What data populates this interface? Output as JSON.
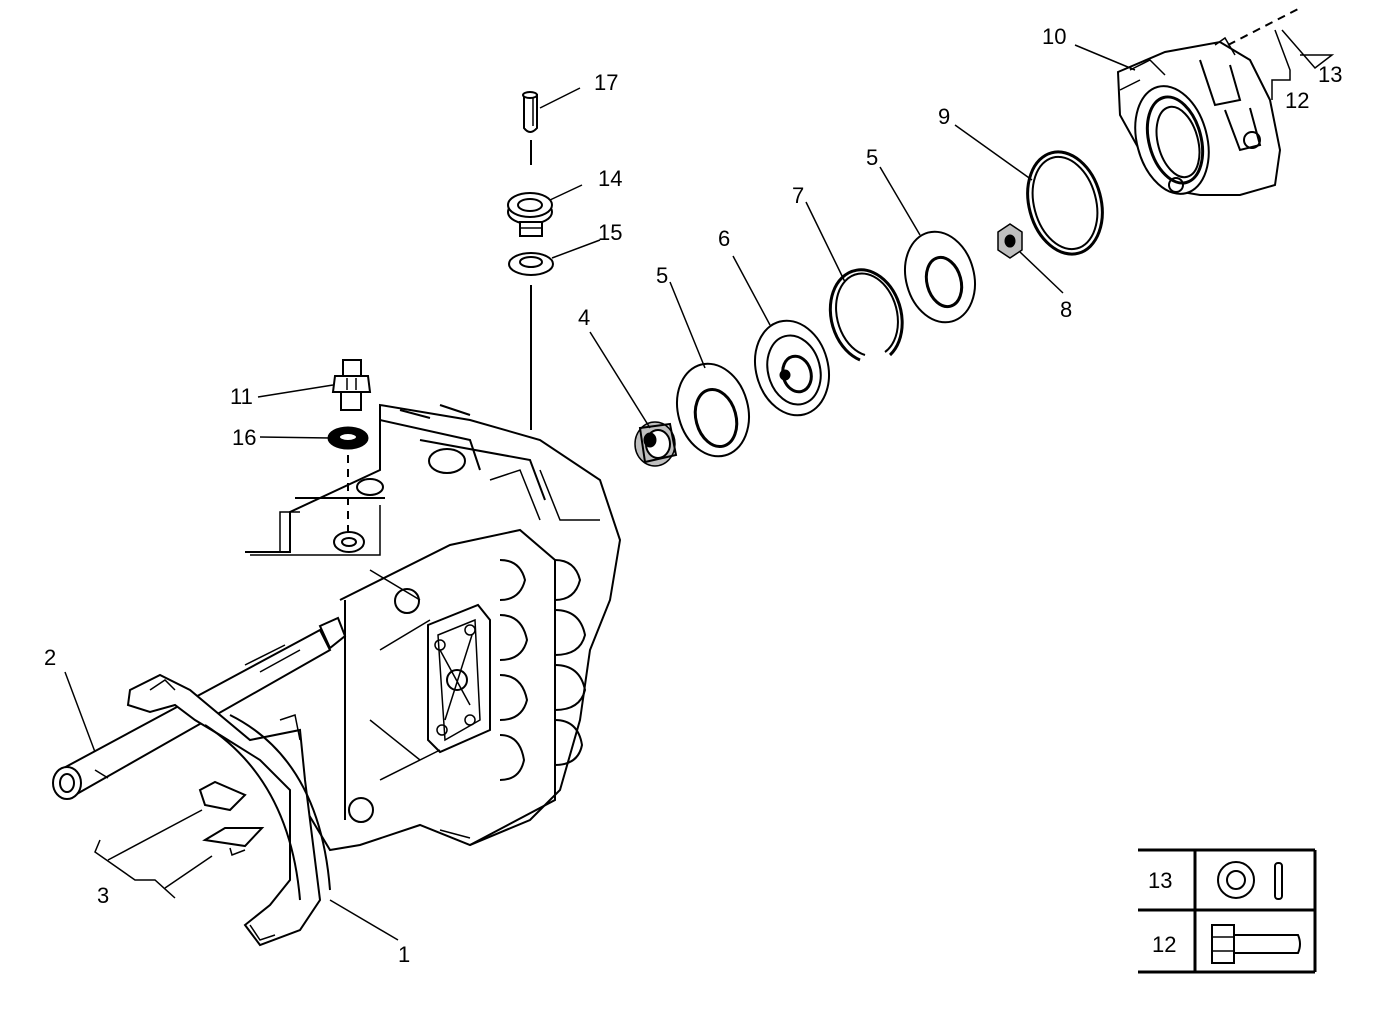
{
  "callouts": {
    "c1": "1",
    "c2": "2",
    "c3": "3",
    "c4": "4",
    "c5a": "5",
    "c5b": "5",
    "c6": "6",
    "c7": "7",
    "c8": "8",
    "c9": "9",
    "c10": "10",
    "c11": "11",
    "c12": "12",
    "c13": "13",
    "c14": "14",
    "c15": "15",
    "c16": "16",
    "c17": "17"
  },
  "legend": {
    "row13_label": "13",
    "row12_label": "12",
    "row13_icon": "washer-and-pin-icon",
    "row12_icon": "bolt-icon"
  }
}
